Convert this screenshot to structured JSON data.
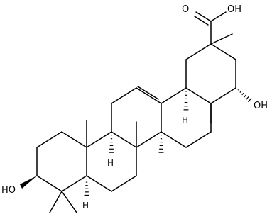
{
  "structure": {
    "labels": {
      "carbonyl_o": "O",
      "acid_oh": "OH",
      "ring_e_oh": "OH",
      "ring_a_oh": "HO",
      "h_c18": "H",
      "h_c9": "H",
      "h_c5": "H"
    }
  }
}
